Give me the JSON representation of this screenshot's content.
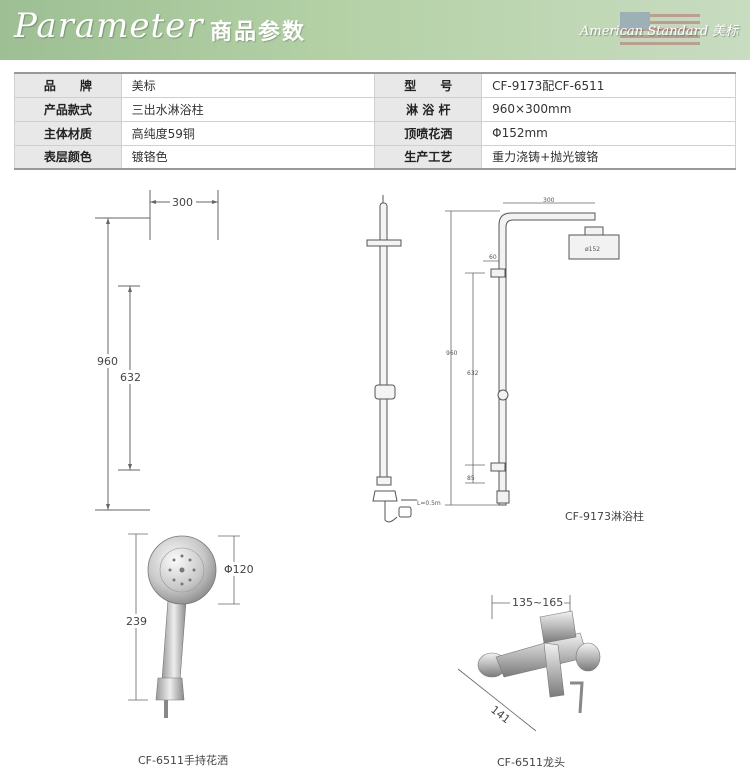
{
  "banner": {
    "title": "Parameter",
    "subtitle": "商品参数",
    "logo_text": "American Standard 美标"
  },
  "specs": [
    {
      "label1": "品　　牌",
      "value1": "美标",
      "label2": "型　　号",
      "value2": "CF-9173配CF-6511"
    },
    {
      "label1": "产品款式",
      "value1": "三出水淋浴柱",
      "label2": "淋 浴 杆",
      "value2": "960×300mm"
    },
    {
      "label1": "主体材质",
      "value1": "高纯度59铜",
      "label2": "顶喷花洒",
      "value2": "Φ152mm"
    },
    {
      "label1": "表层颜色",
      "value1": "镀铬色",
      "label2": "生产工艺",
      "value2": "重力浇铸+抛光镀铬"
    }
  ],
  "dimensions": {
    "width_300": "300",
    "height_960": "960",
    "height_632": "632",
    "small_300": "300",
    "small_60": "60",
    "small_960": "960",
    "small_632": "632",
    "small_85": "85",
    "head_dia": "ø152",
    "hose_len": "L=0.5m",
    "handshower_dia": "Φ120",
    "handshower_len": "239",
    "faucet_width": "135~165",
    "faucet_depth": "141"
  },
  "captions": {
    "shower_column": "CF-9173淋浴柱",
    "hand_shower": "CF-6511手持花洒",
    "faucet": "CF-6511龙头"
  }
}
